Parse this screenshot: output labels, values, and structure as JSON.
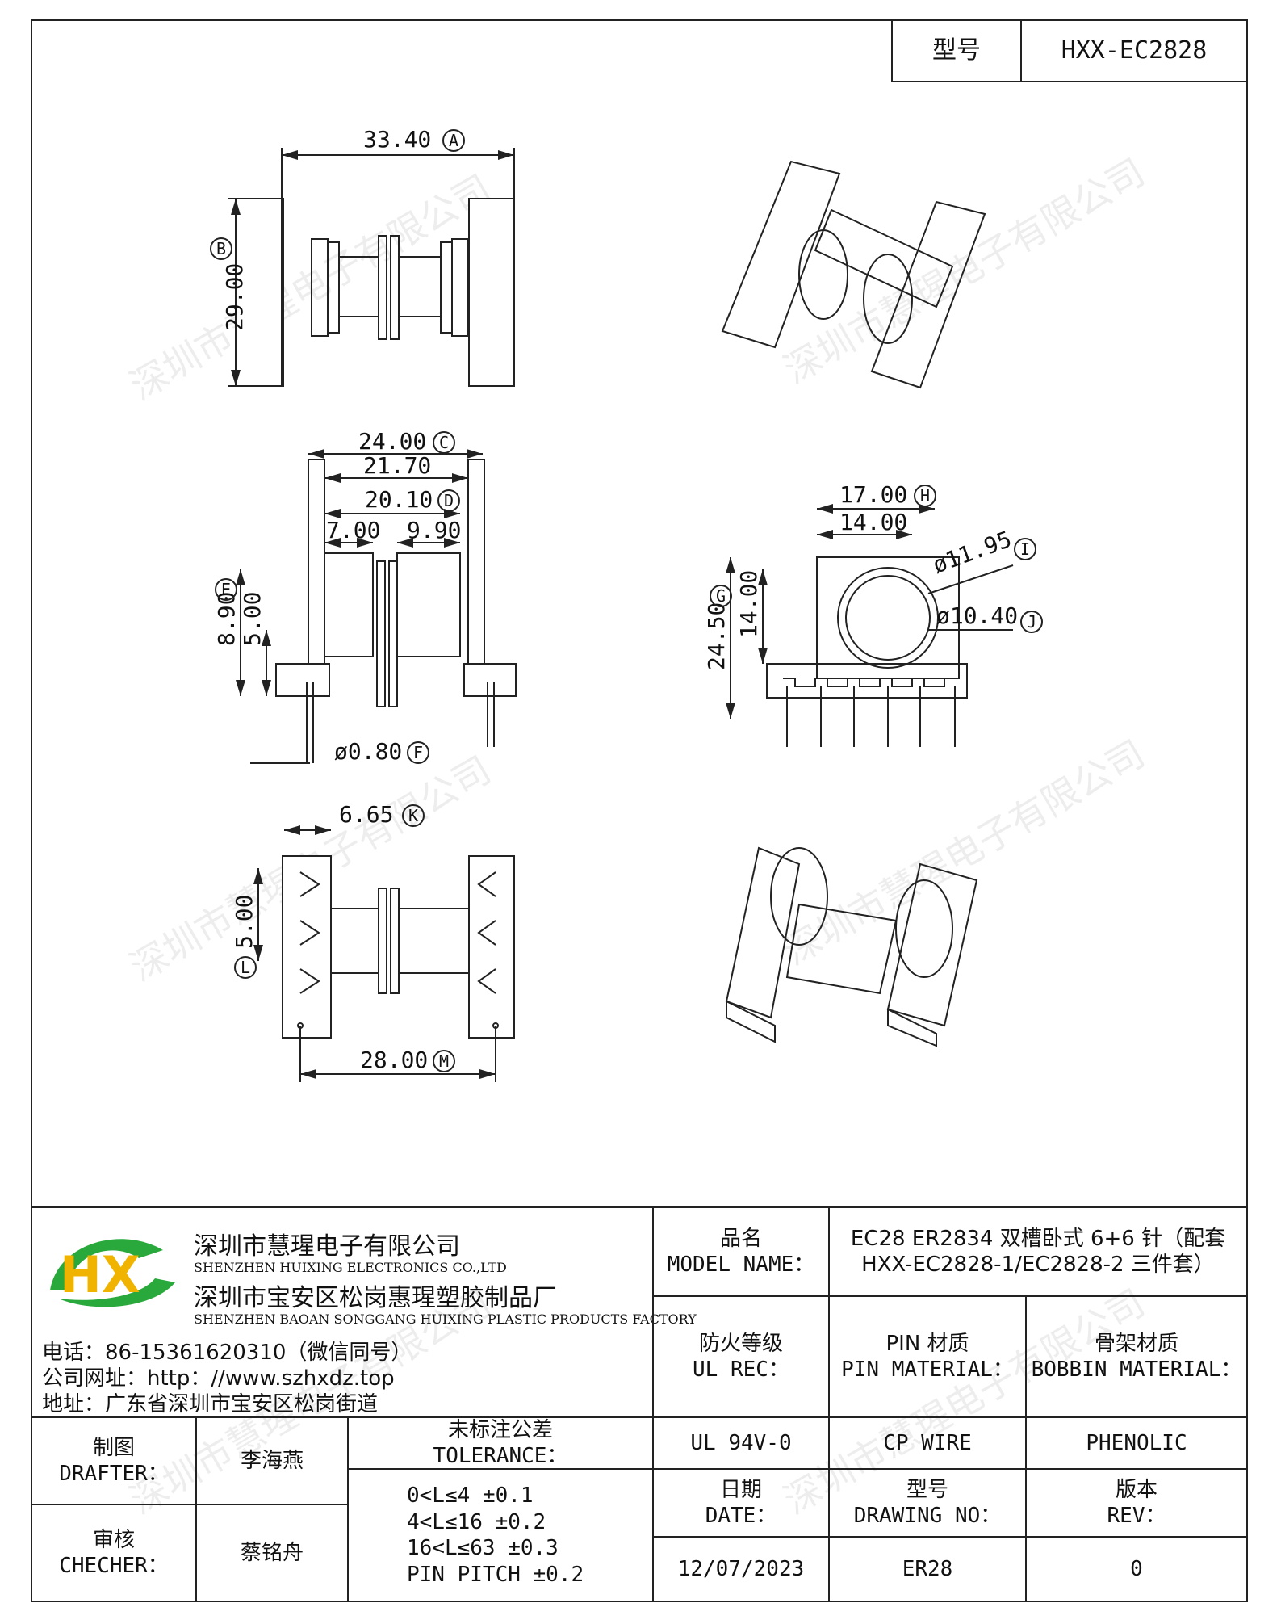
{
  "header": {
    "model_label": "型号",
    "model_value": "HXX-EC2828"
  },
  "dimensions": {
    "a": "33.40",
    "a_tag": "A",
    "b": "29.00",
    "b_tag": "B",
    "c": "24.00",
    "c_tag": "C",
    "c2": "21.70",
    "d": "20.10",
    "d_tag": "D",
    "slot1": "7.00",
    "slot2": "9.90",
    "e": "8.90",
    "e_tag": "E",
    "e2": "5.00",
    "f": "ø0.80",
    "f_tag": "F",
    "g": "24.50",
    "g_tag": "G",
    "g2": "14.00",
    "h": "17.00",
    "h_tag": "H",
    "h2": "14.00",
    "i": "ø11.95",
    "i_tag": "I",
    "j": "ø10.40",
    "j_tag": "J",
    "k": "6.65",
    "k_tag": "K",
    "l": "5.00",
    "l_tag": "L",
    "m": "28.00",
    "m_tag": "M"
  },
  "company": {
    "logo_letters": "HX",
    "name_cn": "深圳市慧瑆电子有限公司",
    "name_en": "SHENZHEN HUIXING ELECTRONICS CO.,LTD",
    "factory_cn": "深圳市宝安区松岗惠瑆塑胶制品厂",
    "factory_en": "SHENZHEN BAOAN SONGGANG HUIXING PLASTIC PRODUCTS FACTORY",
    "phone": "电话：86-15361620310（微信同号）",
    "website": "公司网址：http：//www.szhxdz.top",
    "address": "地址：广东省深圳市宝安区松岗街道"
  },
  "watermark": "深圳市慧瑆电子有限公司",
  "titleblock": {
    "model_name_cn": "品名",
    "model_name_en": "MODEL NAME：",
    "model_name_value_1": "EC28 ER2834 双槽卧式 6+6 针（配套",
    "model_name_value_2": "HXX-EC2828-1/EC2828-2 三件套）",
    "ul_cn": "防火等级",
    "ul_en": "UL REC：",
    "pin_cn": "PIN 材质",
    "pin_en": "PIN MATERIAL：",
    "bobbin_cn": "骨架材质",
    "bobbin_en": "BOBBIN MATERIAL：",
    "ul_value": "UL 94V-0",
    "pin_value": "CP WIRE",
    "bobbin_value": "PHENOLIC",
    "drafter_cn": "制图",
    "drafter_en": "DRAFTER：",
    "drafter_name": "李海燕",
    "checker_cn": "审核",
    "checker_en": "CHECHER：",
    "checker_name": "蔡铭舟",
    "tolerance_cn": "未标注公差",
    "tolerance_en": "TOLERANCE：",
    "tol_1": "0<L≤4  ±0.1",
    "tol_2": "4<L≤16 ±0.2",
    "tol_3": "16<L≤63 ±0.3",
    "tol_4": "PIN PITCH ±0.2",
    "date_cn": "日期",
    "date_en": "DATE：",
    "date_value": "12/07/2023",
    "drawing_cn": "型号",
    "drawing_en": "DRAWING NO：",
    "drawing_value": "ER28",
    "rev_cn": "版本",
    "rev_en": "REV：",
    "rev_value": "0"
  }
}
